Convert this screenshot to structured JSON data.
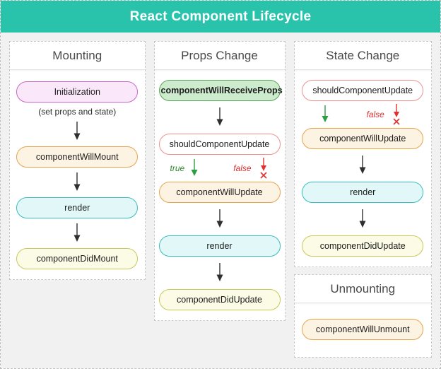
{
  "header": {
    "title": "React Component Lifecycle"
  },
  "mounting": {
    "title": "Mounting",
    "init_label": "Initialization",
    "init_caption": "(set props and state)",
    "will_mount": "componentWillMount",
    "render": "render",
    "did_mount": "componentDidMount"
  },
  "props_change": {
    "title": "Props Change",
    "receive_props": "componentWillReceiveProps",
    "should_update": "shouldComponentUpdate",
    "true_label": "true",
    "false_label": "false",
    "will_update": "componentWillUpdate",
    "render": "render",
    "did_update": "componentDidUpdate"
  },
  "state_change": {
    "title": "State Change",
    "should_update": "shouldComponentUpdate",
    "false_label": "false",
    "will_update": "componentWillUpdate",
    "render": "render",
    "did_update": "componentDidUpdate"
  },
  "unmounting": {
    "title": "Unmounting",
    "will_unmount": "componentWillUnmount"
  },
  "icons": {
    "arrow_down": "↓",
    "true_arrow": "↓ (green)",
    "false_arrow_x": "↓✗ (red)"
  },
  "colors": {
    "header_bg": "#29c3ac",
    "content_bg": "#f1f1f1",
    "init_border": "#c868c8",
    "will_border": "#e6a34c",
    "render_border": "#39bdbd",
    "did_border": "#c9c95a",
    "receive_border": "#5aa55a",
    "should_border": "#f09090",
    "true_color": "#2e8b2e",
    "false_color": "#e03131",
    "arrow_color": "#2f2f2f"
  }
}
